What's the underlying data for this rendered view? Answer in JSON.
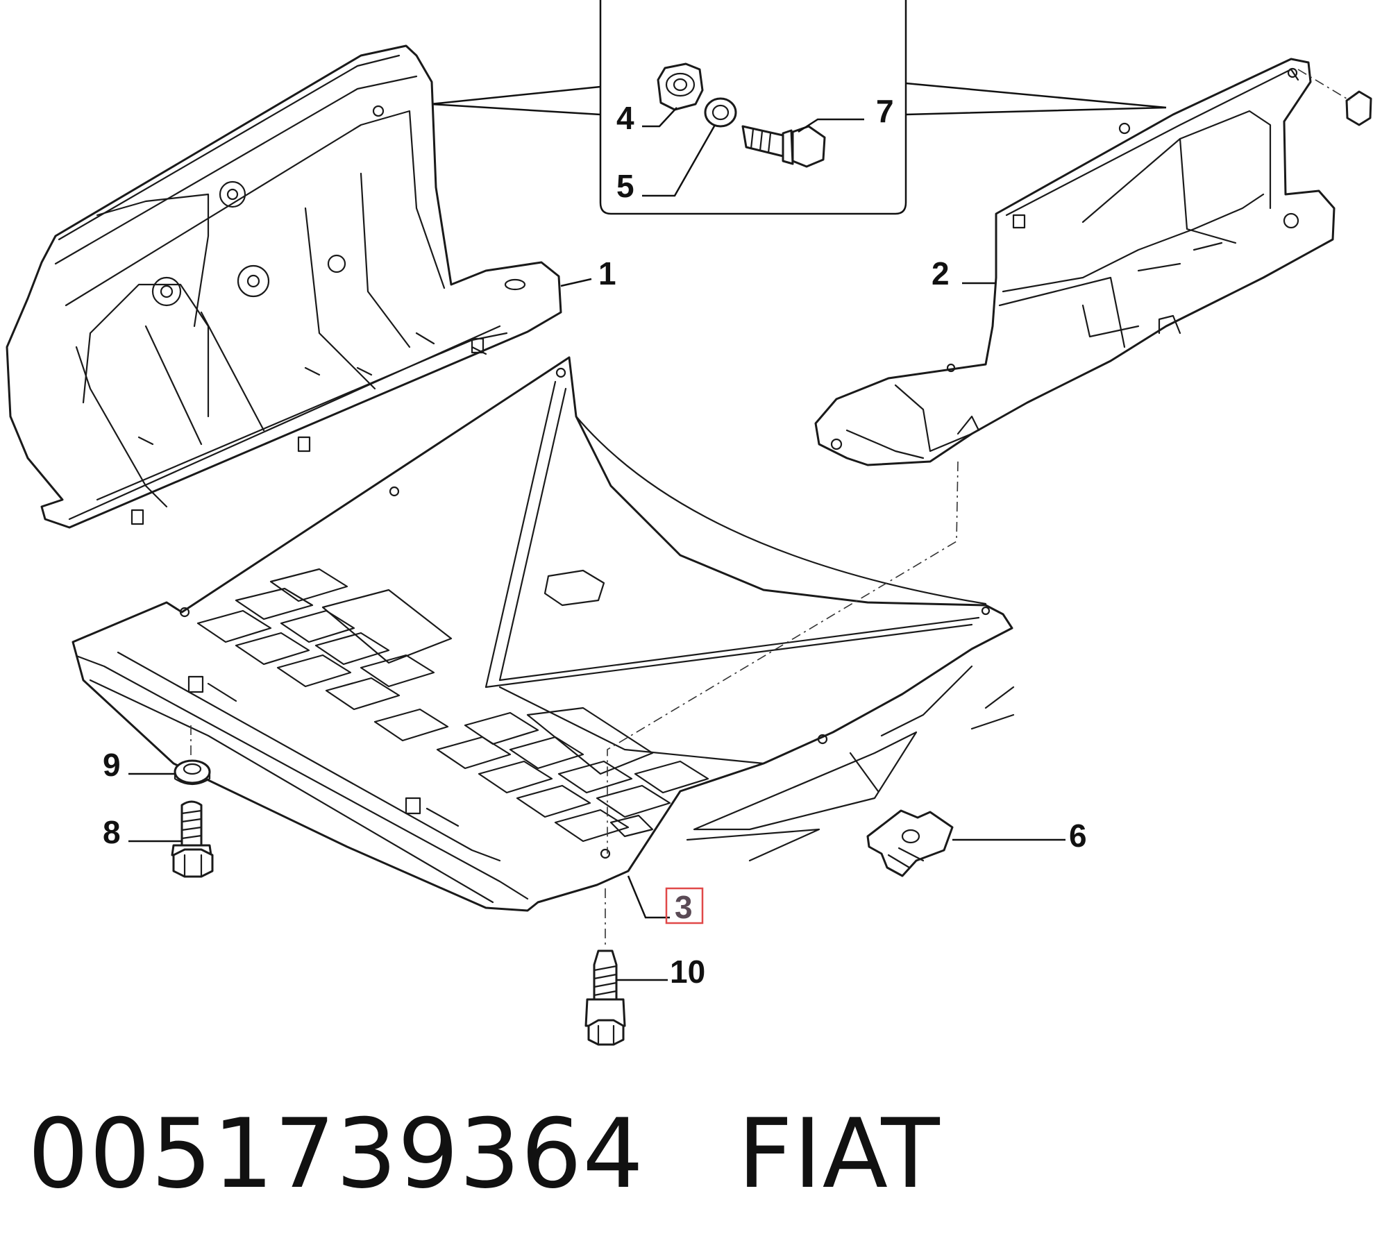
{
  "diagram": {
    "callouts": [
      {
        "id": "1",
        "label": "1"
      },
      {
        "id": "2",
        "label": "2"
      },
      {
        "id": "3",
        "label": "3",
        "highlighted": true
      },
      {
        "id": "4",
        "label": "4"
      },
      {
        "id": "5",
        "label": "5"
      },
      {
        "id": "6",
        "label": "6"
      },
      {
        "id": "7",
        "label": "7"
      },
      {
        "id": "8",
        "label": "8"
      },
      {
        "id": "9",
        "label": "9"
      },
      {
        "id": "10",
        "label": "10"
      }
    ],
    "highlight_color": "#e04848"
  },
  "footer": {
    "part_number": "0051739364",
    "brand": "FIAT"
  }
}
